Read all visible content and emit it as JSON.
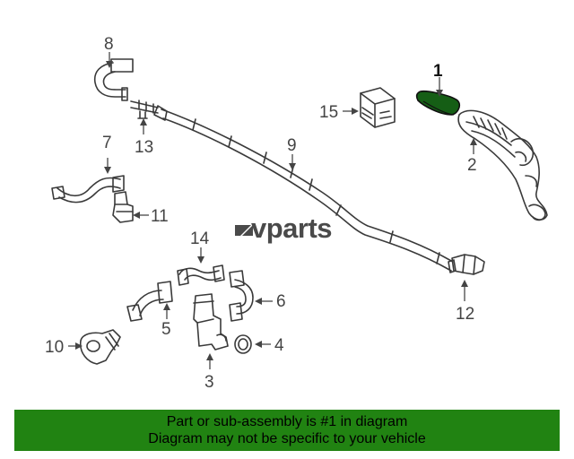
{
  "callouts": {
    "c1": "1",
    "c2": "2",
    "c3": "3",
    "c4": "4",
    "c5": "5",
    "c6": "6",
    "c7": "7",
    "c8": "8",
    "c9": "9",
    "c10": "10",
    "c11": "11",
    "c12": "12",
    "c13": "13",
    "c14": "14",
    "c15": "15"
  },
  "watermark": {
    "brand": "vparts"
  },
  "colors": {
    "highlight_part": "#155e15",
    "banner_bg": "#218312"
  },
  "banner": {
    "line1": "Part or sub-assembly is #1 in diagram",
    "line2": "Diagram may not be specific to your vehicle"
  }
}
